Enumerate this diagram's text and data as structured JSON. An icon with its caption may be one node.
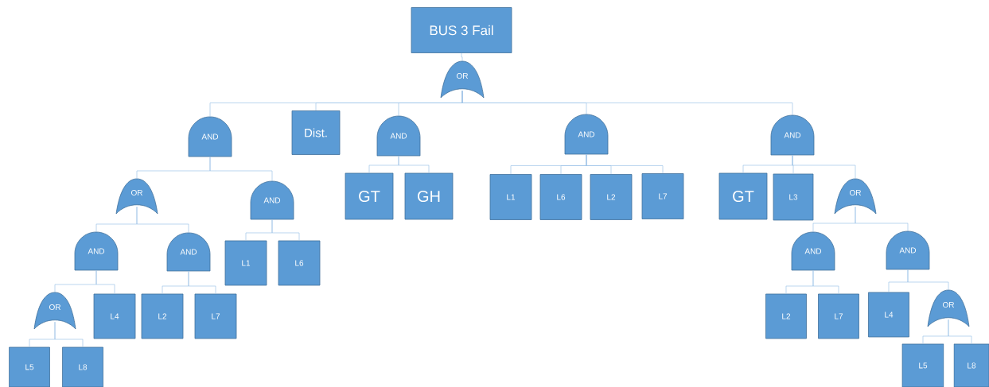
{
  "diagram": {
    "nodes": [
      {
        "text": [
          "BUS 3 Fail"
        ]
      },
      {
        "text": [
          "OR"
        ]
      },
      {
        "text": [
          "AND"
        ]
      },
      {
        "text": [
          "Dist."
        ]
      },
      {
        "text": [
          "AND"
        ]
      },
      {
        "text": [
          "AND"
        ]
      },
      {
        "text": [
          "AND"
        ]
      },
      {
        "text": [
          "OR"
        ]
      },
      {
        "text": [
          "AND"
        ]
      },
      {
        "text": [
          "GT"
        ]
      },
      {
        "text": [
          "GH"
        ]
      },
      {
        "text": [
          "L1"
        ]
      },
      {
        "text": [
          "L6"
        ]
      },
      {
        "text": [
          "L2"
        ]
      },
      {
        "text": [
          "L7"
        ]
      },
      {
        "text": [
          "GT"
        ]
      },
      {
        "text": [
          "L3"
        ]
      },
      {
        "text": [
          "OR"
        ]
      },
      {
        "text": [
          "AND"
        ]
      },
      {
        "text": [
          "AND"
        ]
      },
      {
        "text": [
          "L1"
        ]
      },
      {
        "text": [
          "L6"
        ]
      },
      {
        "text": [
          "AND"
        ]
      },
      {
        "text": [
          "AND"
        ]
      },
      {
        "text": [
          "OR"
        ]
      },
      {
        "text": [
          "L4"
        ]
      },
      {
        "text": [
          "L2"
        ]
      },
      {
        "text": [
          "L7"
        ]
      },
      {
        "text": [
          "L2"
        ]
      },
      {
        "text": [
          "L7"
        ]
      },
      {
        "text": [
          "L4"
        ]
      },
      {
        "text": [
          "OR"
        ]
      },
      {
        "text": [
          "L5"
        ]
      },
      {
        "text": [
          "L8"
        ]
      },
      {
        "text": [
          "L5"
        ]
      },
      {
        "text": [
          "L8"
        ]
      }
    ],
    "edges": [
      {
        "from": 0,
        "to": 1,
        "arrow": "none"
      },
      {
        "from": 1,
        "to": 2,
        "arrow": "none"
      },
      {
        "from": 1,
        "to": 3,
        "arrow": "none"
      },
      {
        "from": 1,
        "to": 4,
        "arrow": "none"
      },
      {
        "from": 1,
        "to": 5,
        "arrow": "none"
      },
      {
        "from": 1,
        "to": 6,
        "arrow": "none"
      },
      {
        "from": 2,
        "to": 7,
        "arrow": "none"
      },
      {
        "from": 2,
        "to": 8,
        "arrow": "none"
      },
      {
        "from": 4,
        "to": 9,
        "arrow": "none"
      },
      {
        "from": 4,
        "to": 10,
        "arrow": "none"
      },
      {
        "from": 5,
        "to": 11,
        "arrow": "none"
      },
      {
        "from": 5,
        "to": 12,
        "arrow": "none"
      },
      {
        "from": 5,
        "to": 13,
        "arrow": "none"
      },
      {
        "from": 5,
        "to": 14,
        "arrow": "none"
      },
      {
        "from": 6,
        "to": 15,
        "arrow": "none"
      },
      {
        "from": 6,
        "to": 16,
        "arrow": "none"
      },
      {
        "from": 6,
        "to": 17,
        "arrow": "none"
      },
      {
        "from": 7,
        "to": 18,
        "arrow": "none"
      },
      {
        "from": 7,
        "to": 19,
        "arrow": "none"
      },
      {
        "from": 8,
        "to": 20,
        "arrow": "none"
      },
      {
        "from": 8,
        "to": 21,
        "arrow": "none"
      },
      {
        "from": 17,
        "to": 22,
        "arrow": "none"
      },
      {
        "from": 17,
        "to": 23,
        "arrow": "none"
      },
      {
        "from": 18,
        "to": 24,
        "arrow": "none"
      },
      {
        "from": 18,
        "to": 25,
        "arrow": "none"
      },
      {
        "from": 19,
        "to": 26,
        "arrow": "none"
      },
      {
        "from": 19,
        "to": 27,
        "arrow": "none"
      },
      {
        "from": 22,
        "to": 28,
        "arrow": "none"
      },
      {
        "from": 22,
        "to": 29,
        "arrow": "none"
      },
      {
        "from": 23,
        "to": 30,
        "arrow": "none"
      },
      {
        "from": 23,
        "to": 31,
        "arrow": "none"
      },
      {
        "from": 24,
        "to": 32,
        "arrow": "none"
      },
      {
        "from": 24,
        "to": 33,
        "arrow": "none"
      },
      {
        "from": 31,
        "to": 34,
        "arrow": "none"
      },
      {
        "from": 31,
        "to": 35,
        "arrow": "none"
      }
    ]
  }
}
